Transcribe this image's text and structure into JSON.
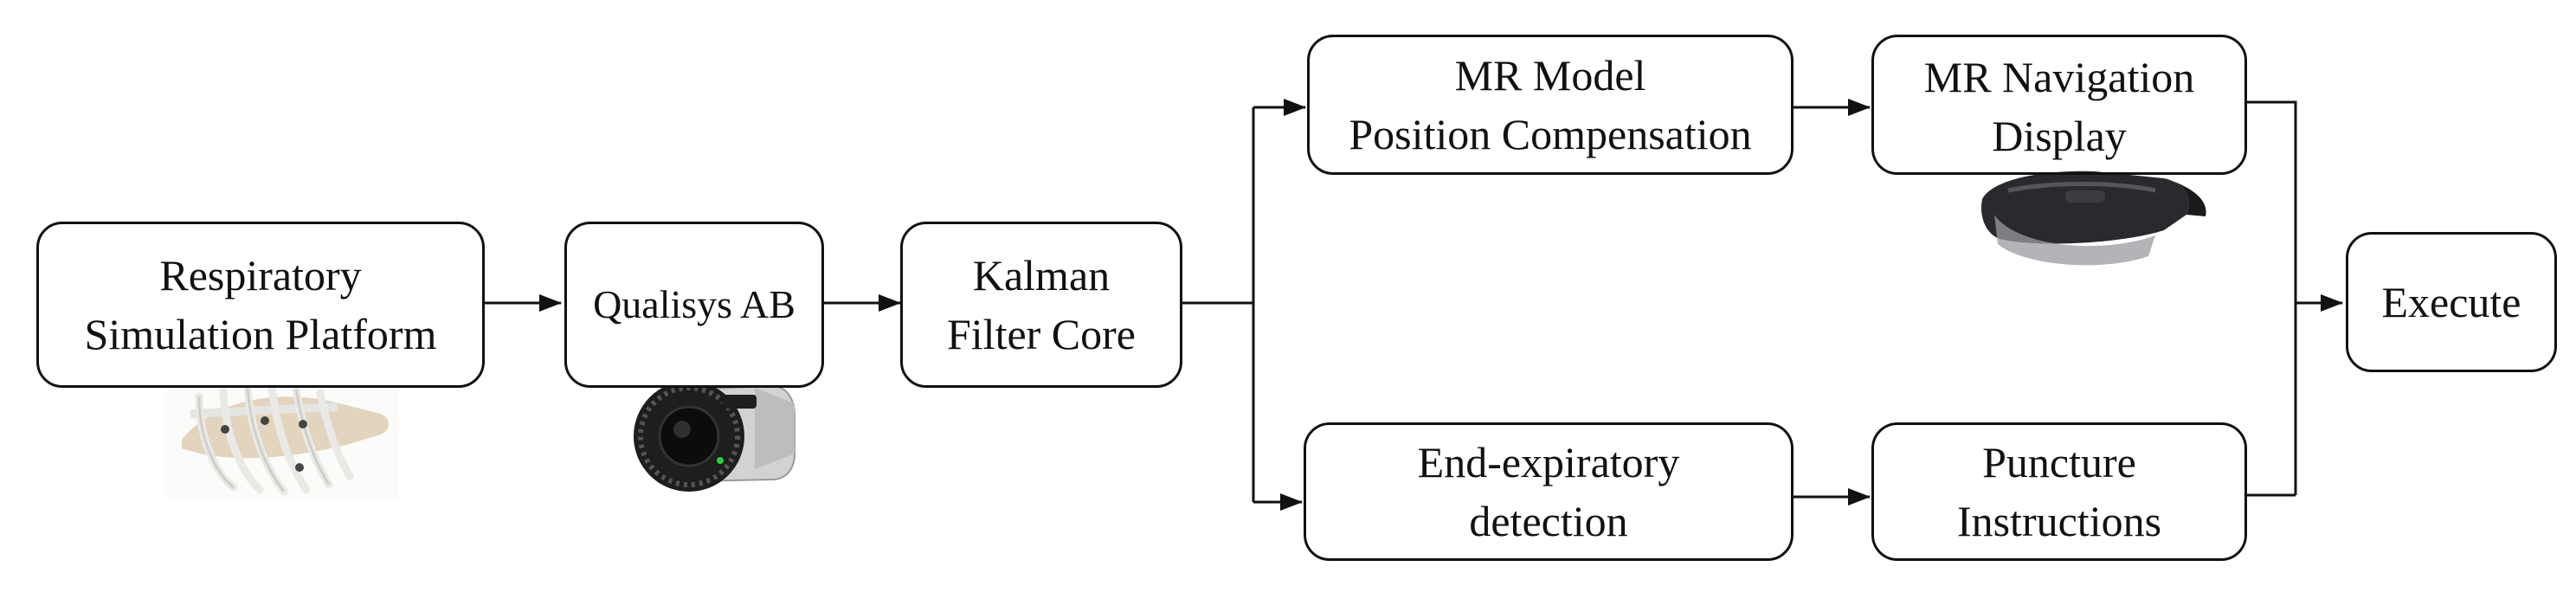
{
  "nodes": {
    "respiratory": {
      "line1": "Respiratory",
      "line2": "Simulation Platform"
    },
    "qualisys": {
      "line1": "Qualisys AB"
    },
    "kalman": {
      "line1": "Kalman",
      "line2": "Filter Core"
    },
    "mr_model": {
      "line1": "MR Model",
      "line2": "Position Compensation"
    },
    "mr_nav": {
      "line1": "MR Navigation",
      "line2": "Display"
    },
    "end_exp": {
      "line1": "End-expiratory",
      "line2": "detection"
    },
    "puncture": {
      "line1": "Puncture",
      "line2": "Instructions"
    },
    "execute": {
      "line1": "Execute"
    }
  },
  "images": {
    "phantom": "rib-cage-phantom-image",
    "camera": "motion-capture-camera-image",
    "headset": "mixed-reality-headset-image"
  },
  "colors": {
    "stroke": "#111111",
    "background": "#ffffff",
    "phantom_bone": "#e9e9e6",
    "phantom_tissue": "#d9c7a8",
    "camera_body": "#1e1e1e",
    "camera_housing": "#d2d2d2",
    "camera_led": "#2ecc40",
    "headset_visor": "#2a2a2e"
  }
}
